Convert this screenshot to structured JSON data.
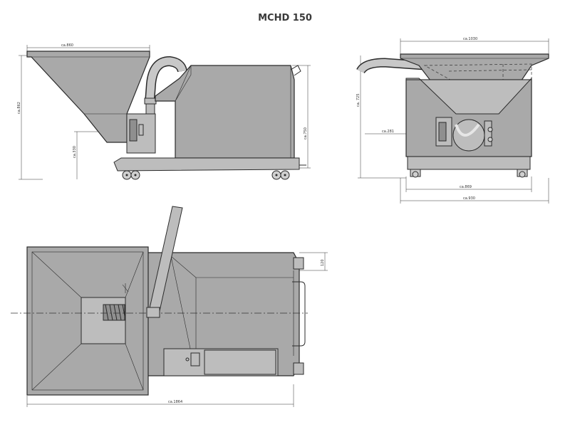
{
  "title": "MCHD 150",
  "side_view": {
    "dim_top": "ca.860",
    "dim_left_height": "ca.862",
    "dim_outlet_height": "ca.330",
    "dim_right_height": "ca.750"
  },
  "front_view": {
    "dim_top": "ca.1030",
    "dim_left_height": "ca. 725",
    "dim_outlet_width": "ca.281",
    "dim_inner_width": "ca.869",
    "dim_total_width": "ca.930"
  },
  "top_view": {
    "dim_bottom": "ca.1864",
    "dim_right": "120"
  }
}
